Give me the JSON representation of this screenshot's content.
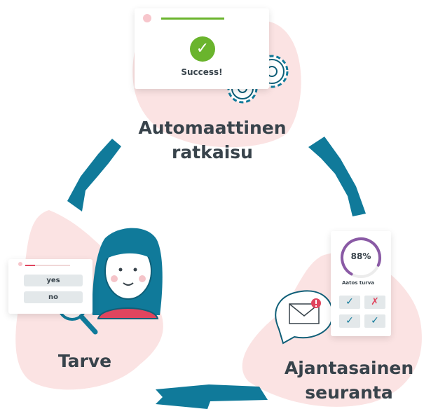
{
  "stages": {
    "top": {
      "line1": "Automaattinen",
      "line2": "ratkaisu"
    },
    "left": {
      "label": "Tarve"
    },
    "right": {
      "line1": "Ajantasainen",
      "line2": "seuranta"
    }
  },
  "success_card": {
    "text": "Success!"
  },
  "form_card": {
    "option_yes": "yes",
    "option_no": "no"
  },
  "tracking_card": {
    "percent": "88%",
    "progress": 0.88,
    "caption": "Aatos turva"
  },
  "colors": {
    "arrow": "#107a9a",
    "blob": "#fbe3e3",
    "text": "#38434b",
    "success_green": "#6ab42d",
    "pink": "#e0455e",
    "teal_dark": "#0f5f78"
  },
  "icons": [
    "check-icon",
    "gear-icon",
    "magnifier-icon",
    "mail-icon",
    "alert-icon",
    "x-mark-icon"
  ]
}
